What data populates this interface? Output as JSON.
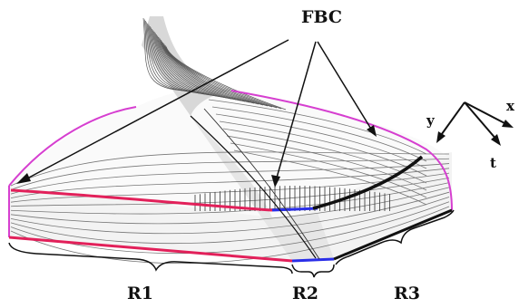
{
  "labels": {
    "fbc": "FBC",
    "r1": "R1",
    "r2": "R2",
    "r3": "R3"
  },
  "axes": {
    "x": "x",
    "y": "y",
    "t": "t"
  },
  "colors": {
    "magenta": "#d63fd0",
    "red": "#e2205a",
    "blue": "#2a2ee8",
    "black": "#111111",
    "grid": "#777777"
  }
}
